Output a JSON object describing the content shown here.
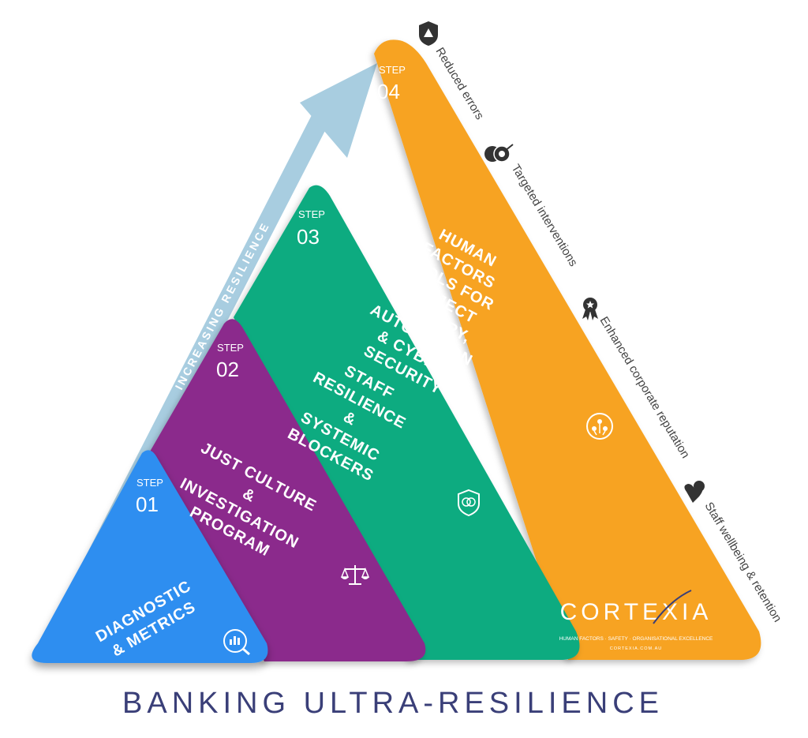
{
  "diagram": {
    "arrow_label": "INCREASING RESILIENCE",
    "steps": [
      {
        "label": "STEP",
        "number": "01",
        "title_lines": [
          "DIAGNOSTIC",
          "& METRICS"
        ],
        "color": "#2f8ef0",
        "icon": "chart-magnifier-icon"
      },
      {
        "label": "STEP",
        "number": "02",
        "title_lines": [
          "JUST CULTURE",
          "&",
          "INVESTIGATION",
          "PROGRAM"
        ],
        "color": "#8b2a8c",
        "icon": "scales-icon"
      },
      {
        "label": "STEP",
        "number": "03",
        "title_lines": [
          "STAFF",
          "RESILIENCE",
          "&",
          "SYSTEMIC",
          "BLOCKERS"
        ],
        "color": "#0aab80",
        "icon": "brain-shield-icon"
      },
      {
        "label": "STEP",
        "number": "04",
        "title_lines": [
          "HUMAN",
          "FACTORS",
          "TOOLS FOR",
          "PROJECT",
          "DELIVERY,",
          "AUTOMATION",
          "& CYBER",
          "SECURITY"
        ],
        "color": "#f7a321",
        "icon": "people-network-icon"
      }
    ],
    "benefits": [
      {
        "text": "Reduced errors",
        "icon": "shield-warning-icon"
      },
      {
        "text": "Targeted interventions",
        "icon": "money-target-icon"
      },
      {
        "text": "Enhanced corporate reputation",
        "icon": "award-ribbon-icon"
      },
      {
        "text": "Staff wellbeing & retention",
        "icon": "heart-person-icon"
      }
    ],
    "arrow_color": "#a8cde0"
  },
  "brand": {
    "name": "CORTEXIA",
    "tagline": "HUMAN FACTORS · SAFETY · ORGANISATIONAL EXCELLENCE",
    "url": "CORTEXIA.COM.AU"
  },
  "footer": {
    "title": "BANKING ULTRA-RESILIENCE"
  }
}
